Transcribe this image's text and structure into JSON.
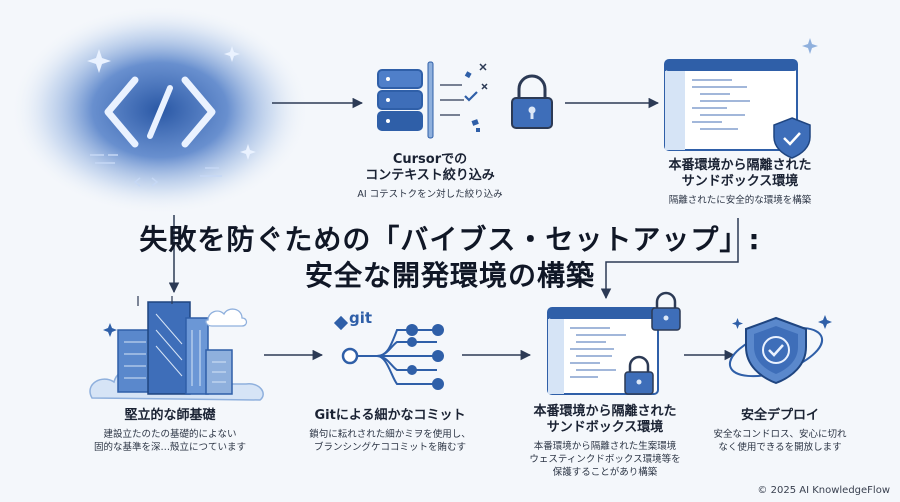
{
  "title": {
    "line1": "失敗を防ぐための「バイブス・セットアップ」:",
    "line2": "安全な開発環境の構築"
  },
  "nodes": {
    "code": {
      "icon": "code-brackets-icon"
    },
    "cursor": {
      "label_line1": "Cursorでの",
      "label_line2": "コンテキスト絞り込み",
      "desc": "AI コテストクをン対した絞り込み",
      "icon": "server-filter-icon"
    },
    "sandbox_top": {
      "label_line1": "本番環境から隔離された",
      "label_line2": "サンドボックス環境",
      "desc": "隔離されたに安全的な環境を構築",
      "icon": "code-window-shield-icon"
    },
    "foundation": {
      "label": "堅立的な師基礎",
      "desc_line1": "建設立たのたの基礎的によない",
      "desc_line2": "固的な基準を深…殻立につています",
      "icon": "buildings-icon"
    },
    "git": {
      "logo_text": "git",
      "label": "Gitによる細かなコミット",
      "desc_line1": "鎖句に耘れされた細かミヲを使用し、",
      "desc_line2": "ブランシングケココミットを賄むす",
      "icon": "git-branch-icon"
    },
    "sandbox_bottom": {
      "label_line1": "本番環境から隔離された",
      "label_line2": "サンドボックス環境",
      "desc_line1": "本番環境から隔離された生案環境",
      "desc_line2": "ウェスティンクドボックス環境等を",
      "desc_line3": "保護することがあり構築",
      "icon": "code-window-locks-icon"
    },
    "deploy": {
      "label": "安全デプロイ",
      "desc_line1": "安全なコンドロス、安心に切れ",
      "desc_line2": "なく使用できるを開放します",
      "icon": "shield-check-icon"
    }
  },
  "footer": "© 2025 AI KnowledgeFlow",
  "colors": {
    "primary": "#2f5fa8",
    "light": "#8fb0dd",
    "fill": "#d6e4f6",
    "glow": "#3b6fc4"
  }
}
